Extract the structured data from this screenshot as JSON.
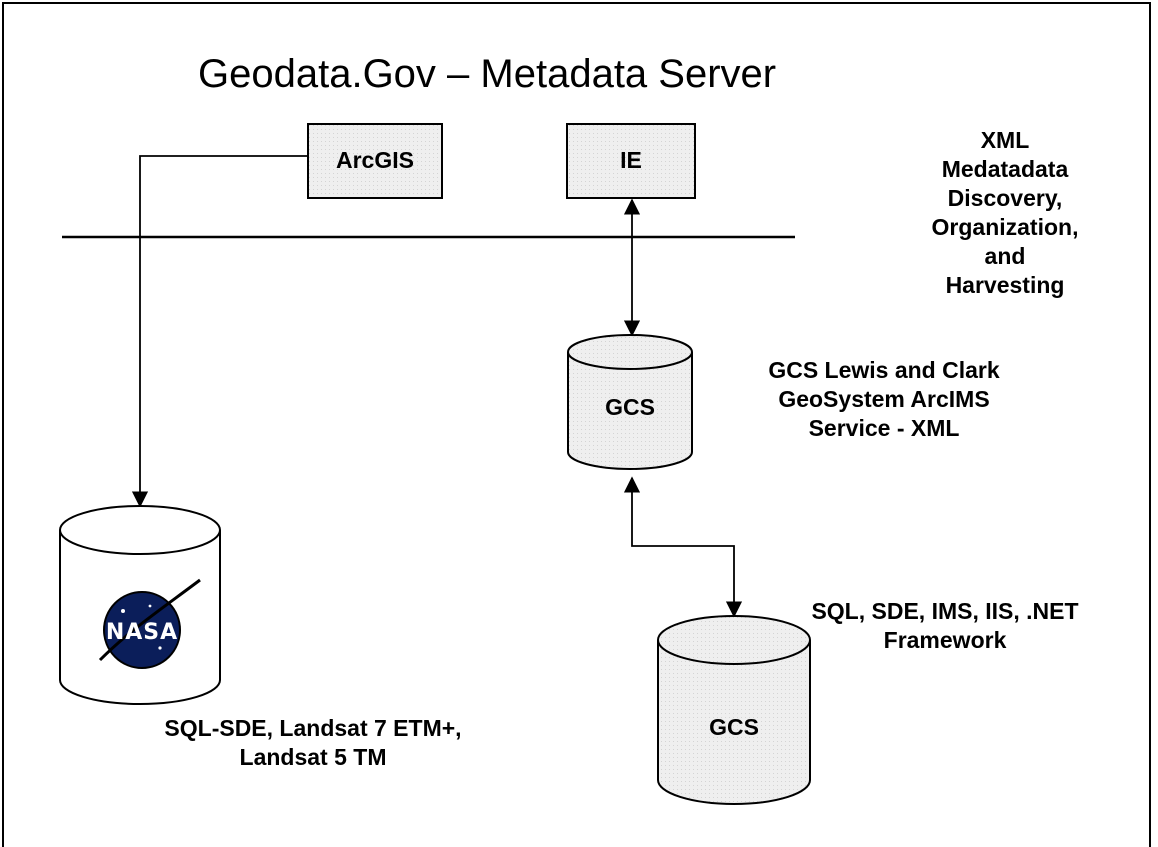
{
  "title": "Geodata.Gov – Metadata Server",
  "nodes": {
    "arcgis": "ArcGIS",
    "ie": "IE",
    "gcs_top": "GCS",
    "gcs_bottom": "GCS",
    "nasa_logo": "NASA"
  },
  "labels": {
    "xml_lines": [
      "XML",
      "Medatadata",
      "Discovery,",
      "Organization,",
      "and",
      "Harvesting"
    ],
    "gcs_service_lines": [
      "GCS Lewis and Clark",
      "GeoSystem ArcIMS",
      "Service - XML"
    ],
    "sql_stack_lines": [
      "SQL, SDE, IMS, IIS, .NET",
      "Framework"
    ],
    "nasa_db_lines": [
      "SQL-SDE, Landsat 7 ETM+,",
      "Landsat 5 TM"
    ]
  },
  "colors": {
    "shape_fill": "#ececec",
    "stroke": "#000000",
    "nasa_blue": "#0b1e5a"
  }
}
